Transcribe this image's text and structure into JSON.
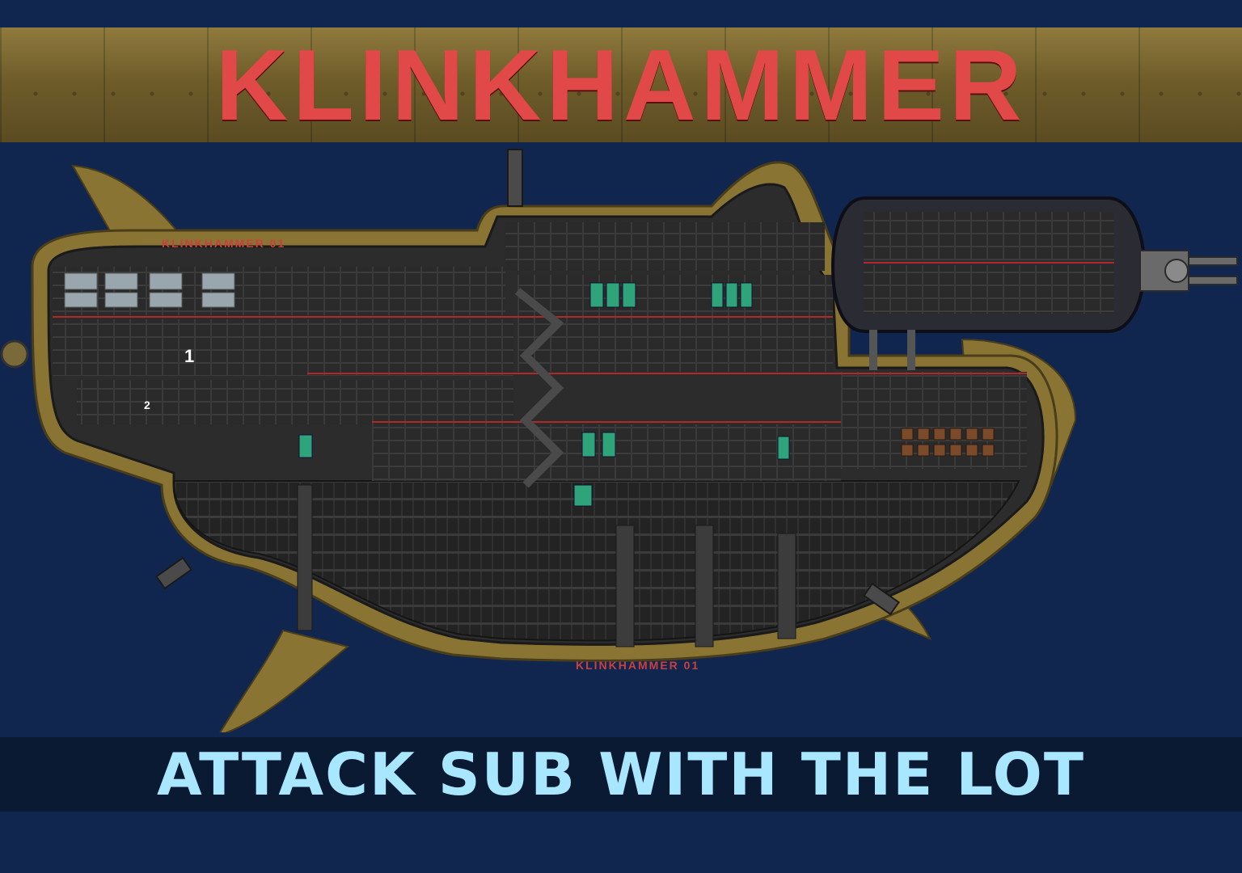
{
  "banner": {
    "title": "KLINKHAMMER"
  },
  "ship": {
    "hull_label_top": "KLINKHAMMER 01",
    "hull_label_bottom": "KLINKHAMMER 01",
    "deck_number_1": "1",
    "deck_number_2": "2"
  },
  "caption": {
    "text": "ATTACK SUB WITH THE LOT"
  },
  "colors": {
    "background": "#10264f",
    "hull_tan": "#8a7434",
    "interior": "#2c2c2c",
    "title_red": "#e14848",
    "caption_blue": "#a9e6ff"
  }
}
